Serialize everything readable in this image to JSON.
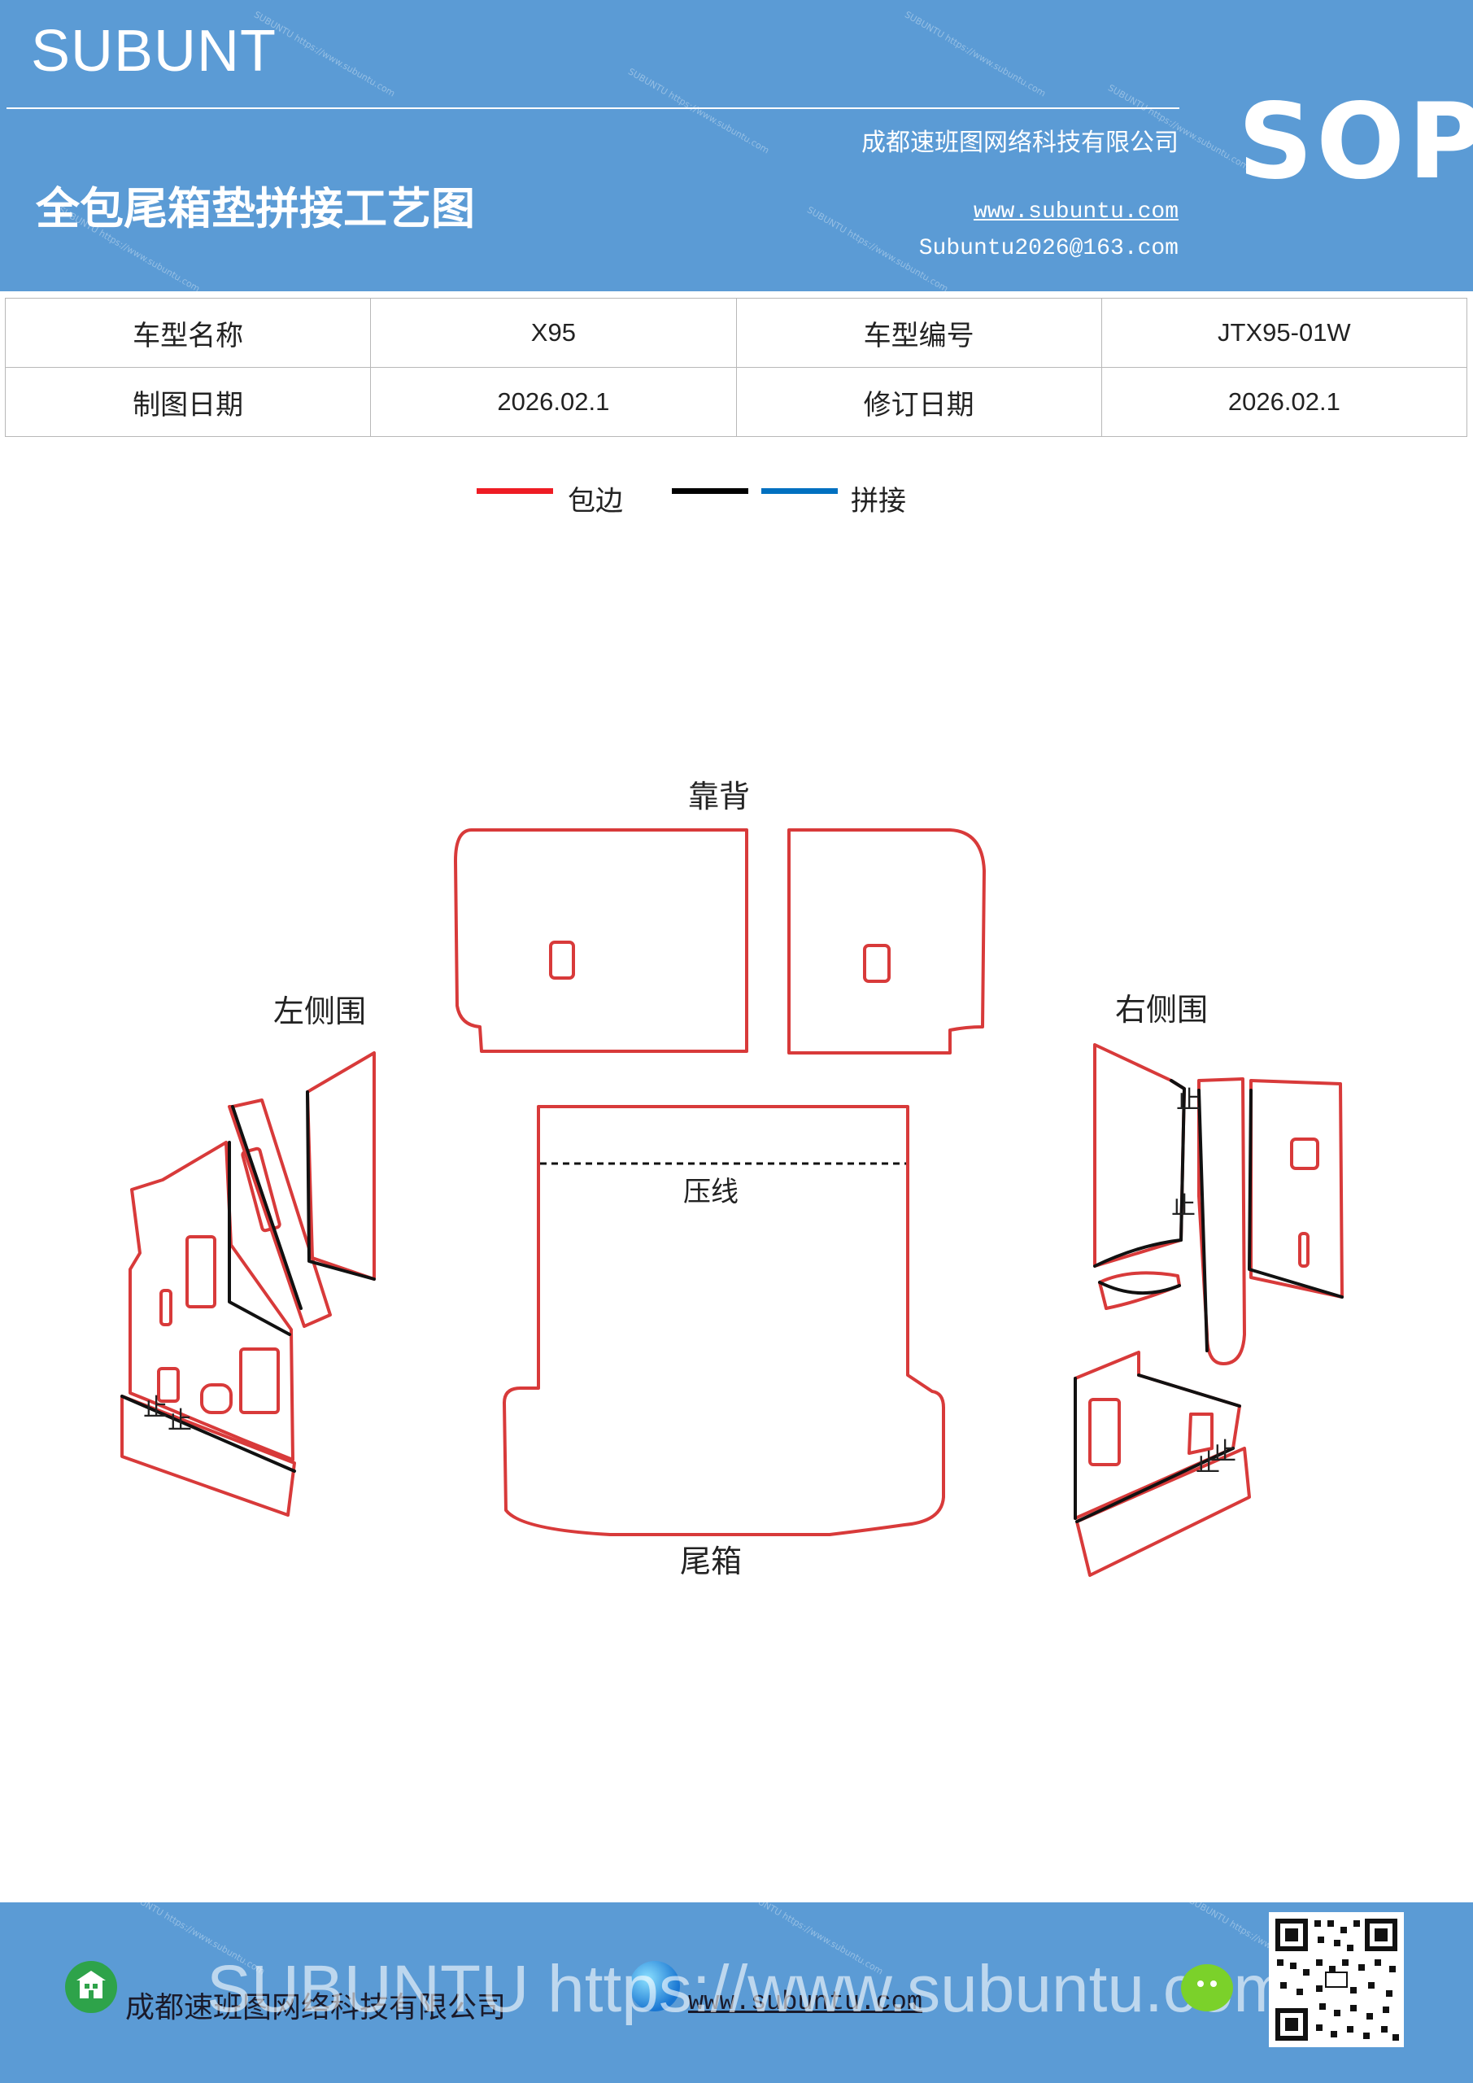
{
  "header": {
    "brand": "SUBUNT",
    "title": "全包尾箱垫拼接工艺图",
    "company": "成都速班图网络科技有限公司",
    "website": "www.subuntu.com",
    "email": "Subuntu2026@163.com",
    "badge": "SOP",
    "watermark": "SUBUNTU https://www.subuntu.com"
  },
  "info_table": {
    "model_name_label": "车型名称",
    "model_name_value": "X95",
    "model_code_label": "车型编号",
    "model_code_value": "JTX95-01W",
    "draw_date_label": "制图日期",
    "draw_date_value": "2026.02.1",
    "revise_date_label": "修订日期",
    "revise_date_value": "2026.02.1"
  },
  "legend": {
    "items": [
      {
        "label": "包边",
        "color": "#ee1c24"
      },
      {
        "label": "",
        "color": "#000000"
      },
      {
        "label": "拼接",
        "color": "#0070c0"
      }
    ]
  },
  "diagram": {
    "stroke_colors": {
      "edge": "#d83a3a",
      "seam": "#111111"
    },
    "labels": {
      "backrest": "靠背",
      "left_side": "左侧围",
      "right_side": "右侧围",
      "crease": "压线",
      "trunk": "尾箱",
      "stop_mark": "止"
    }
  },
  "footer": {
    "company": "成都速班图网络科技有限公司",
    "website": "www.subuntu.com",
    "watermark": "SUBUNTU https://www.subuntu.com",
    "icons": [
      "building-icon",
      "globe-icon",
      "wechat-icon",
      "qr-code"
    ]
  }
}
